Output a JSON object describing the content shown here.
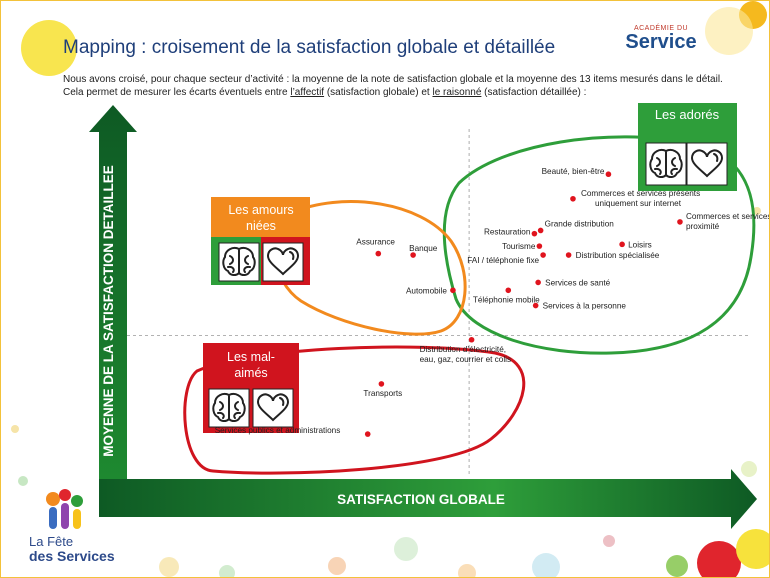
{
  "title": "Mapping : croisement de la satisfaction globale et détaillée",
  "intro": {
    "line1": "Nous avons croisé, pour chaque secteur d’activité : la moyenne de la note de satisfaction globale et la moyenne des 13 items mesurés dans le détail.",
    "line2_a": "Cela permet de mesurer les écarts éventuels entre ",
    "affectif": "l’affectif",
    "line2_b": " (satisfaction globale) et ",
    "raisonne": "le raisonné",
    "line2_c": " (satisfaction détaillée) :"
  },
  "brand": {
    "top": "ACADÉMIE DU",
    "main": "Service"
  },
  "footer_logo": {
    "line1": "La Fête",
    "line2": "des Services"
  },
  "colors": {
    "green": "#2e9e3a",
    "dark_green": "#0e5a24",
    "orange": "#f28a1e",
    "red": "#d0141e",
    "point": "#e0141e",
    "title_blue": "#1f3f7a"
  },
  "chart_data": {
    "type": "scatter",
    "title": "Mapping : croisement de la satisfaction globale et détaillée",
    "xlabel": "SATISFACTION GLOBALE",
    "ylabel": "MOYENNE DE LA SATISFACTION DETAILLEE",
    "xlim": [
      0,
      100
    ],
    "ylim": [
      0,
      100
    ],
    "quadrant_lines": {
      "x": 55,
      "y": 42
    },
    "points": [
      {
        "label": "Beauté, bien-être",
        "x": 77.4,
        "y": 87.3
      },
      {
        "label": "Commerces et services présents uniquement sur internet",
        "x": 71.7,
        "y": 80.4
      },
      {
        "label": "Commerces et services de proximité",
        "x": 88.9,
        "y": 73.9
      },
      {
        "label": "Grande distribution",
        "x": 66.5,
        "y": 71.5
      },
      {
        "label": "Restauration",
        "x": 65.5,
        "y": 70.6
      },
      {
        "label": "Tourisme",
        "x": 66.3,
        "y": 67.1
      },
      {
        "label": "Loisirs",
        "x": 79.6,
        "y": 67.6
      },
      {
        "label": "FAI / téléphonie fixe",
        "x": 66.9,
        "y": 64.6
      },
      {
        "label": "Distribution spécialisée",
        "x": 71.0,
        "y": 64.6
      },
      {
        "label": "Assurance",
        "x": 40.4,
        "y": 65.0
      },
      {
        "label": "Banque",
        "x": 46.0,
        "y": 64.6
      },
      {
        "label": "Automobile",
        "x": 52.4,
        "y": 54.7
      },
      {
        "label": "Services de santé",
        "x": 66.1,
        "y": 56.9
      },
      {
        "label": "Téléphonie mobile",
        "x": 61.3,
        "y": 54.7
      },
      {
        "label": "Services à la personne",
        "x": 65.7,
        "y": 50.4
      },
      {
        "label": "Distribution d’électricité, eau, gaz, courrier et colis",
        "x": 55.4,
        "y": 40.8
      },
      {
        "label": "Transports",
        "x": 40.9,
        "y": 28.4
      },
      {
        "label": "Services publics et administrations",
        "x": 38.7,
        "y": 14.3
      }
    ],
    "groups": [
      {
        "name": "Les adorés",
        "color": "#2e9e3a"
      },
      {
        "name": "Les amours niées",
        "color": "#f28a1e"
      },
      {
        "name": "Les mal-aimés",
        "color": "#d0141e"
      }
    ]
  }
}
